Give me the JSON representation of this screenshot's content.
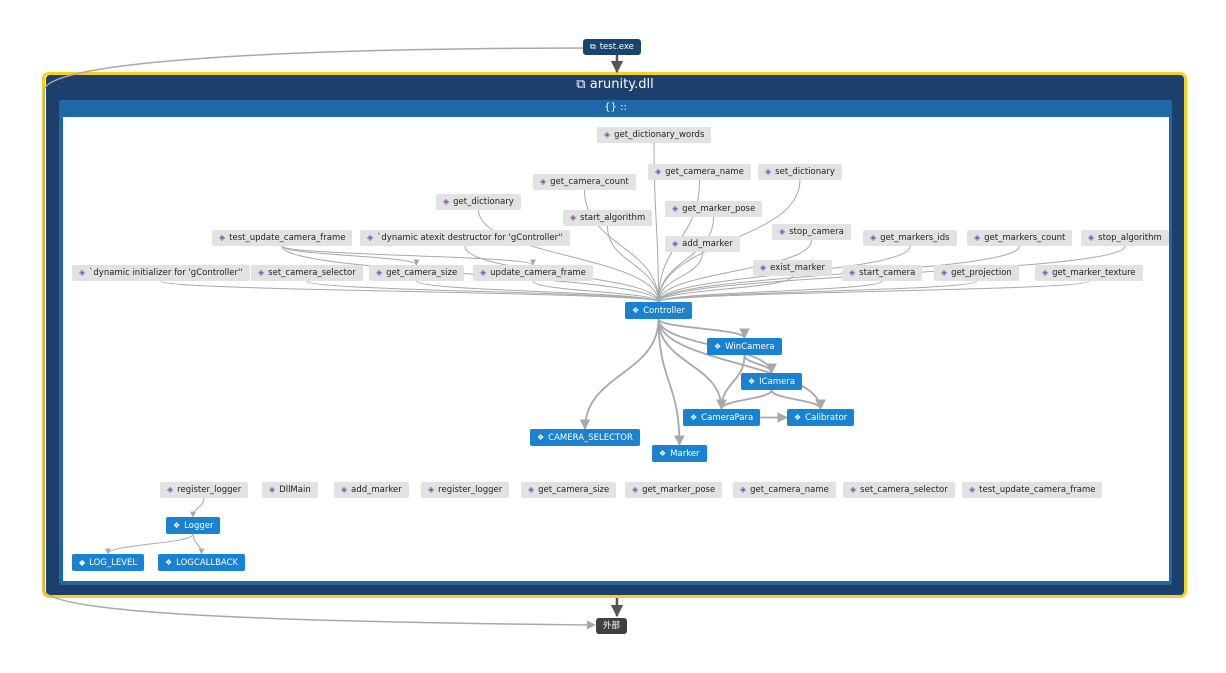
{
  "exe": {
    "label": "test.exe",
    "icon": "window-icon"
  },
  "dll": {
    "label": "arunity.dll",
    "icon": "window-icon"
  },
  "ns": {
    "label": "::",
    "icon": "namespace-icon"
  },
  "external": {
    "label": "外部"
  },
  "colors": {
    "accent_yellow": "#f2d21b",
    "dll_bg": "#1c3f6e",
    "ns_bg": "#1e68a8",
    "class_node": "#1b82d2",
    "function_node": "#e2e2e2"
  },
  "nodes": {
    "get_dictionary_words": "get_dictionary_words",
    "get_camera_count": "get_camera_count",
    "get_camera_name": "get_camera_name",
    "set_dictionary": "set_dictionary",
    "get_dictionary": "get_dictionary",
    "start_algorithm": "start_algorithm",
    "get_marker_pose": "get_marker_pose",
    "test_update_camera_frame": "test_update_camera_frame",
    "dyn_atexit": "`dynamic atexit destructor for 'gController''",
    "add_marker": "add_marker",
    "stop_camera": "stop_camera",
    "get_markers_ids": "get_markers_ids",
    "get_markers_count": "get_markers_count",
    "stop_algorithm": "stop_algorithm",
    "dyn_init": "`dynamic initializer for 'gController''",
    "set_camera_selector": "set_camera_selector",
    "get_camera_size": "get_camera_size",
    "update_camera_frame": "update_camera_frame",
    "exist_marker": "exist_marker",
    "start_camera": "start_camera",
    "get_projection": "get_projection",
    "get_marker_texture": "get_marker_texture",
    "Controller": "Controller",
    "WinCamera": "WinCamera",
    "ICamera": "ICamera",
    "CameraPara": "CameraPara",
    "Calibrator": "Calibrator",
    "CAMERA_SELECTOR": "CAMERA_SELECTOR",
    "Marker": "Marker",
    "b_register_logger": "register_logger",
    "b_DllMain": "DllMain",
    "b_add_marker": "add_marker",
    "b_register_logger2": "register_logger",
    "b_get_camera_size": "get_camera_size",
    "b_get_marker_pose": "get_marker_pose",
    "b_get_camera_name": "get_camera_name",
    "b_set_camera_selector": "set_camera_selector",
    "b_test_update_camera_frame": "test_update_camera_frame",
    "Logger": "Logger",
    "LOG_LEVEL": "LOG_LEVEL",
    "LOGCALLBACK": "LOGCALLBACK"
  },
  "edges": [
    [
      "get_dictionary_words",
      "Controller"
    ],
    [
      "get_camera_count",
      "Controller"
    ],
    [
      "get_camera_name",
      "Controller"
    ],
    [
      "set_dictionary",
      "Controller"
    ],
    [
      "get_dictionary",
      "Controller"
    ],
    [
      "start_algorithm",
      "Controller"
    ],
    [
      "get_marker_pose",
      "Controller"
    ],
    [
      "test_update_camera_frame",
      "Controller"
    ],
    [
      "test_update_camera_frame",
      "get_camera_size"
    ],
    [
      "test_update_camera_frame",
      "update_camera_frame"
    ],
    [
      "dyn_atexit",
      "Controller"
    ],
    [
      "add_marker",
      "Controller"
    ],
    [
      "stop_camera",
      "Controller"
    ],
    [
      "get_markers_ids",
      "Controller"
    ],
    [
      "get_markers_count",
      "Controller"
    ],
    [
      "stop_algorithm",
      "Controller"
    ],
    [
      "dyn_init",
      "Controller"
    ],
    [
      "set_camera_selector",
      "Controller"
    ],
    [
      "get_camera_size",
      "Controller"
    ],
    [
      "update_camera_frame",
      "Controller"
    ],
    [
      "exist_marker",
      "Controller"
    ],
    [
      "start_camera",
      "Controller"
    ],
    [
      "get_projection",
      "Controller"
    ],
    [
      "get_marker_texture",
      "Controller"
    ],
    [
      "Controller",
      "WinCamera"
    ],
    [
      "Controller",
      "ICamera"
    ],
    [
      "Controller",
      "CameraPara"
    ],
    [
      "Controller",
      "Calibrator"
    ],
    [
      "Controller",
      "CAMERA_SELECTOR"
    ],
    [
      "Controller",
      "Marker"
    ],
    [
      "WinCamera",
      "ICamera"
    ],
    [
      "WinCamera",
      "CameraPara"
    ],
    [
      "ICamera",
      "CameraPara"
    ],
    [
      "ICamera",
      "Calibrator"
    ],
    [
      "CameraPara",
      "Calibrator"
    ],
    [
      "b_register_logger",
      "Logger"
    ],
    [
      "Logger",
      "LOG_LEVEL"
    ],
    [
      "Logger",
      "LOGCALLBACK"
    ]
  ]
}
